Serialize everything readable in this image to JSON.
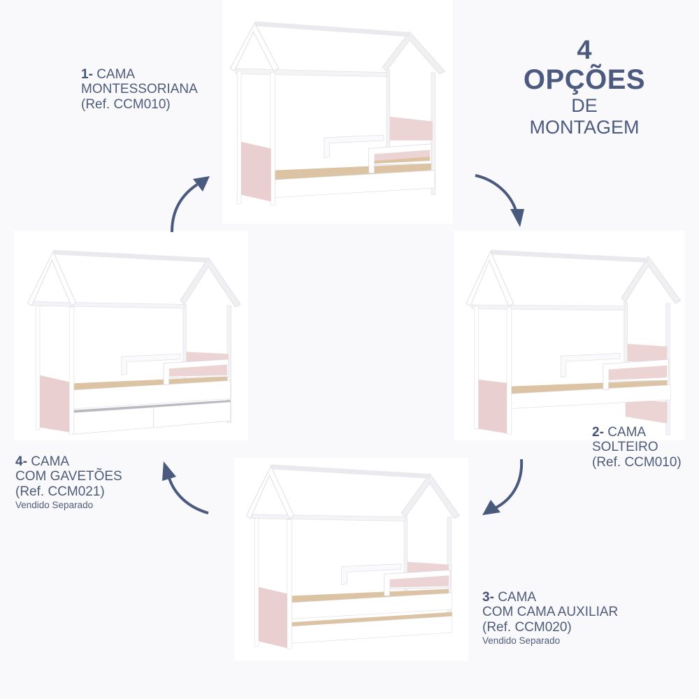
{
  "headline": {
    "number": "4",
    "title": "OPÇÕES",
    "line3": "DE",
    "line4": "MONTAGEM"
  },
  "options": [
    {
      "number": "1-",
      "title": "CAMA",
      "subtitle": "MONTESSORIANA",
      "ref": "(Ref. CCM010)",
      "note": ""
    },
    {
      "number": "2-",
      "title": "CAMA",
      "subtitle": "SOLTEIRO",
      "ref": "(Ref. CCM010)",
      "note": ""
    },
    {
      "number": "3-",
      "title": "CAMA",
      "subtitle": "COM CAMA AUXILIAR",
      "ref": "(Ref. CCM020)",
      "note": "Vendido Separado"
    },
    {
      "number": "4-",
      "title": "CAMA",
      "subtitle": "COM GAVETÕES",
      "ref": "(Ref. CCM021)",
      "note": "Vendido Separado"
    }
  ],
  "images": [
    {
      "name": "house-bed-montessori",
      "variant": "floor"
    },
    {
      "name": "house-bed-single",
      "variant": "raised"
    },
    {
      "name": "house-bed-trundle",
      "variant": "trundle"
    },
    {
      "name": "house-bed-drawers",
      "variant": "drawers"
    }
  ],
  "colors": {
    "text": "#4e5c7a",
    "arrow": "#4a5a7c",
    "pink_panel": "#e9cfcf",
    "wood": "#dcc3a4",
    "frame": "#ffffff",
    "background": "#f9f9fb"
  },
  "arrows": [
    {
      "name": "arrow-4-to-1",
      "direction": "up-right"
    },
    {
      "name": "arrow-1-to-2",
      "direction": "down-right"
    },
    {
      "name": "arrow-2-to-3",
      "direction": "down-left"
    },
    {
      "name": "arrow-3-to-4",
      "direction": "up-left"
    }
  ]
}
